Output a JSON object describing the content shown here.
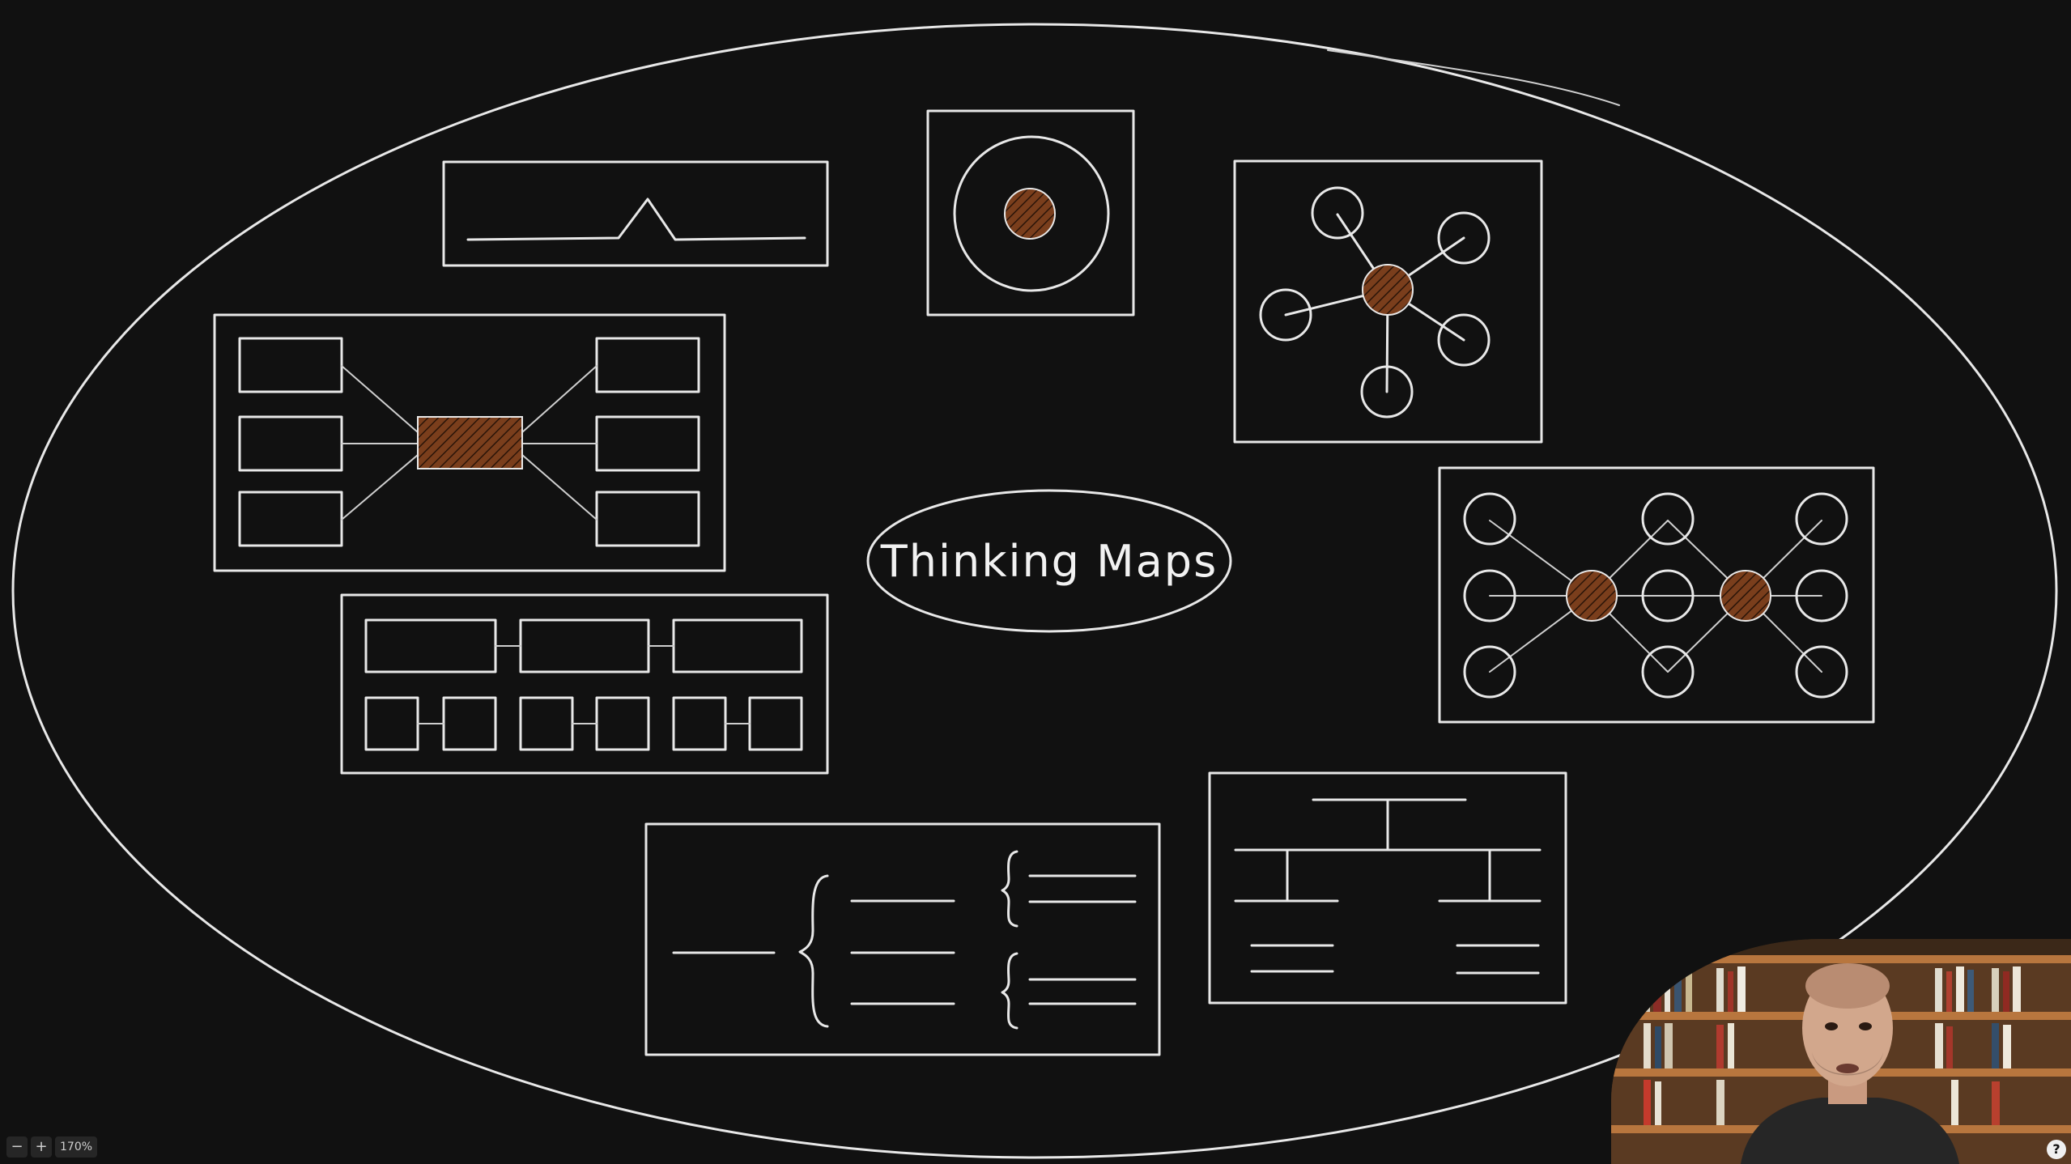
{
  "app": {
    "zoom_out_label": "−",
    "zoom_in_label": "+",
    "zoom_level": "170%",
    "help_label": "?"
  },
  "diagram": {
    "center_title": "Thinking Maps",
    "accent_color": "#7a3e1c",
    "stroke_color": "#e8e8e8",
    "background_color": "#111111",
    "maps": [
      {
        "id": "bridge-map",
        "icon": "bridge-map-icon"
      },
      {
        "id": "circle-map",
        "icon": "circle-map-icon"
      },
      {
        "id": "bubble-map",
        "icon": "bubble-map-icon"
      },
      {
        "id": "multi-flow-map",
        "icon": "multi-flow-map-icon"
      },
      {
        "id": "double-bubble-map",
        "icon": "double-bubble-map-icon"
      },
      {
        "id": "flow-map",
        "icon": "flow-map-icon"
      },
      {
        "id": "brace-map",
        "icon": "brace-map-icon"
      },
      {
        "id": "tree-map",
        "icon": "tree-map-icon"
      }
    ]
  },
  "webcam": {
    "icon": "presenter-video-icon"
  }
}
